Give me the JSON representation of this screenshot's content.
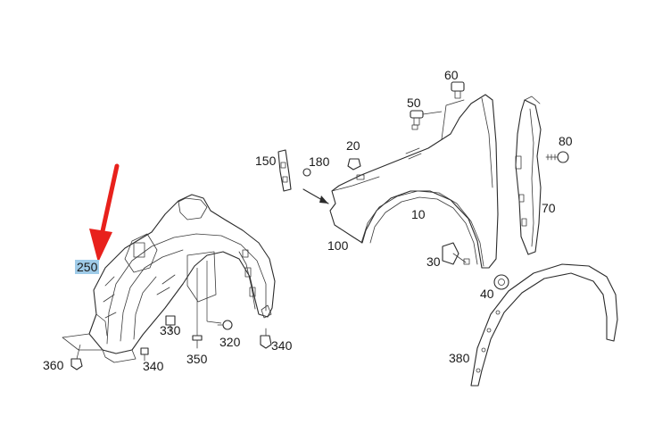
{
  "labels": {
    "p10": "10",
    "p20": "20",
    "p30": "30",
    "p40": "40",
    "p50": "50",
    "p60": "60",
    "p70": "70",
    "p80": "80",
    "p100": "100",
    "p150": "150",
    "p180": "180",
    "p250": "250",
    "p320": "320",
    "p330": "330",
    "p340a": "340",
    "p340b": "340",
    "p350": "350",
    "p360": "360",
    "p380": "380"
  },
  "colors": {
    "arrow": "#e8211c",
    "highlight": "#9fcbe8",
    "line": "#2b2b2b"
  },
  "highlighted_part": "250"
}
